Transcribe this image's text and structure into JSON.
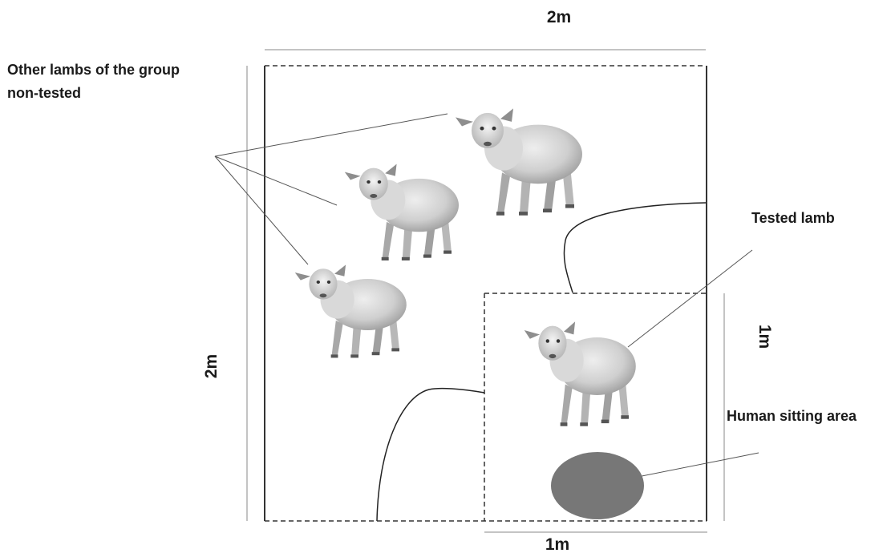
{
  "labels": {
    "top_width": "2m",
    "left_height": "2m",
    "right_height": "1m",
    "bottom_width": "1m",
    "other_lambs_line1": "Other lambs of the group",
    "other_lambs_line2": "non-tested",
    "tested_lamb": "Tested lamb",
    "human_area": "Human sitting area"
  },
  "colors": {
    "pen_line": "#333333",
    "human_area_fill": "#777777",
    "lamb_wool": "#d2d2d2"
  }
}
